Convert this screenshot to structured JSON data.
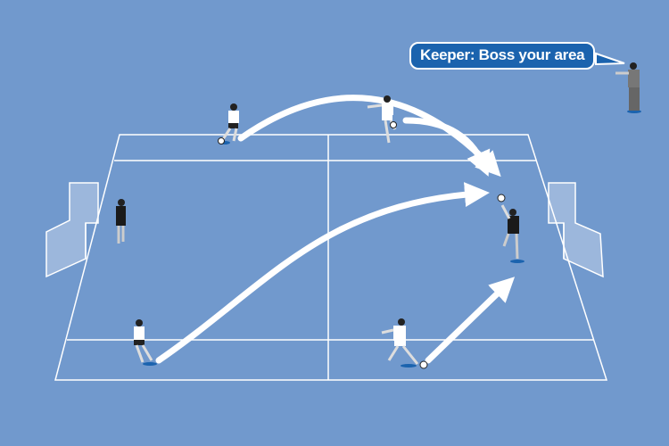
{
  "callout": {
    "text": "Keeper: Boss your area",
    "speaker": "coach"
  },
  "colors": {
    "background": "#7199cd",
    "bubble": "#1b63ae",
    "lines": "#ffffff",
    "arrows": "#ffffff"
  },
  "players": [
    {
      "role": "server",
      "kit": "white"
    },
    {
      "role": "server",
      "kit": "white"
    },
    {
      "role": "server",
      "kit": "white"
    },
    {
      "role": "server",
      "kit": "white"
    },
    {
      "role": "goalkeeper",
      "kit": "black"
    },
    {
      "role": "goalkeeper",
      "kit": "black"
    },
    {
      "role": "coach",
      "kit": "grey"
    }
  ]
}
